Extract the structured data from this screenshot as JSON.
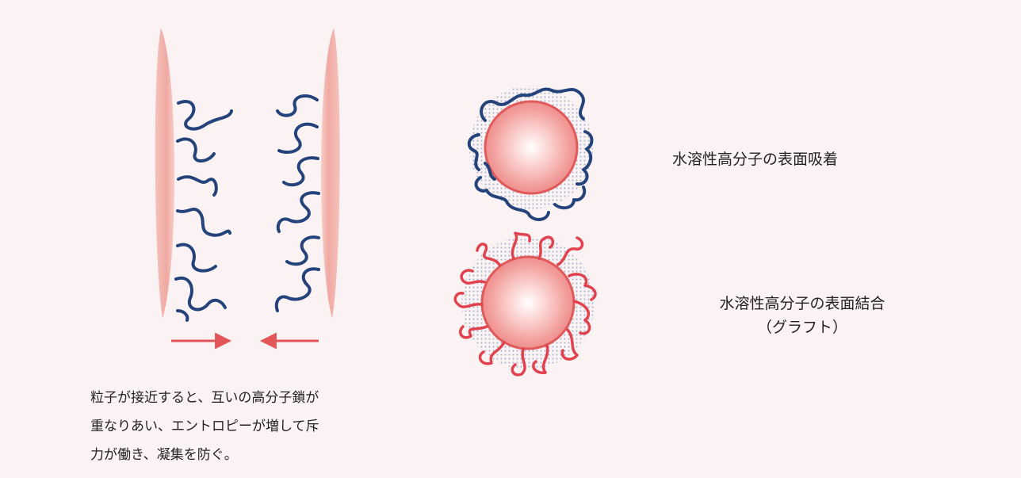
{
  "labels": {
    "adsorption": "水溶性高分子の表面吸着",
    "grafting_line1": "水溶性高分子の表面結合",
    "grafting_line2": "（グラフト）"
  },
  "caption": {
    "line1": "粒子が接近すると、互いの高分子鎖が",
    "line2": "重なりあい、エントロピーが増して斥",
    "line3": "力が働き、凝集を防ぐ。"
  },
  "colors": {
    "background": "#fbf2f4",
    "particle_wall": "#f2b2ab",
    "polymer_blue": "#24437a",
    "polymer_red": "#e2424e",
    "arrow_red": "#e2565a",
    "sphere_edge": "#e05a5a",
    "dot_halo": "#8fa7c6"
  }
}
